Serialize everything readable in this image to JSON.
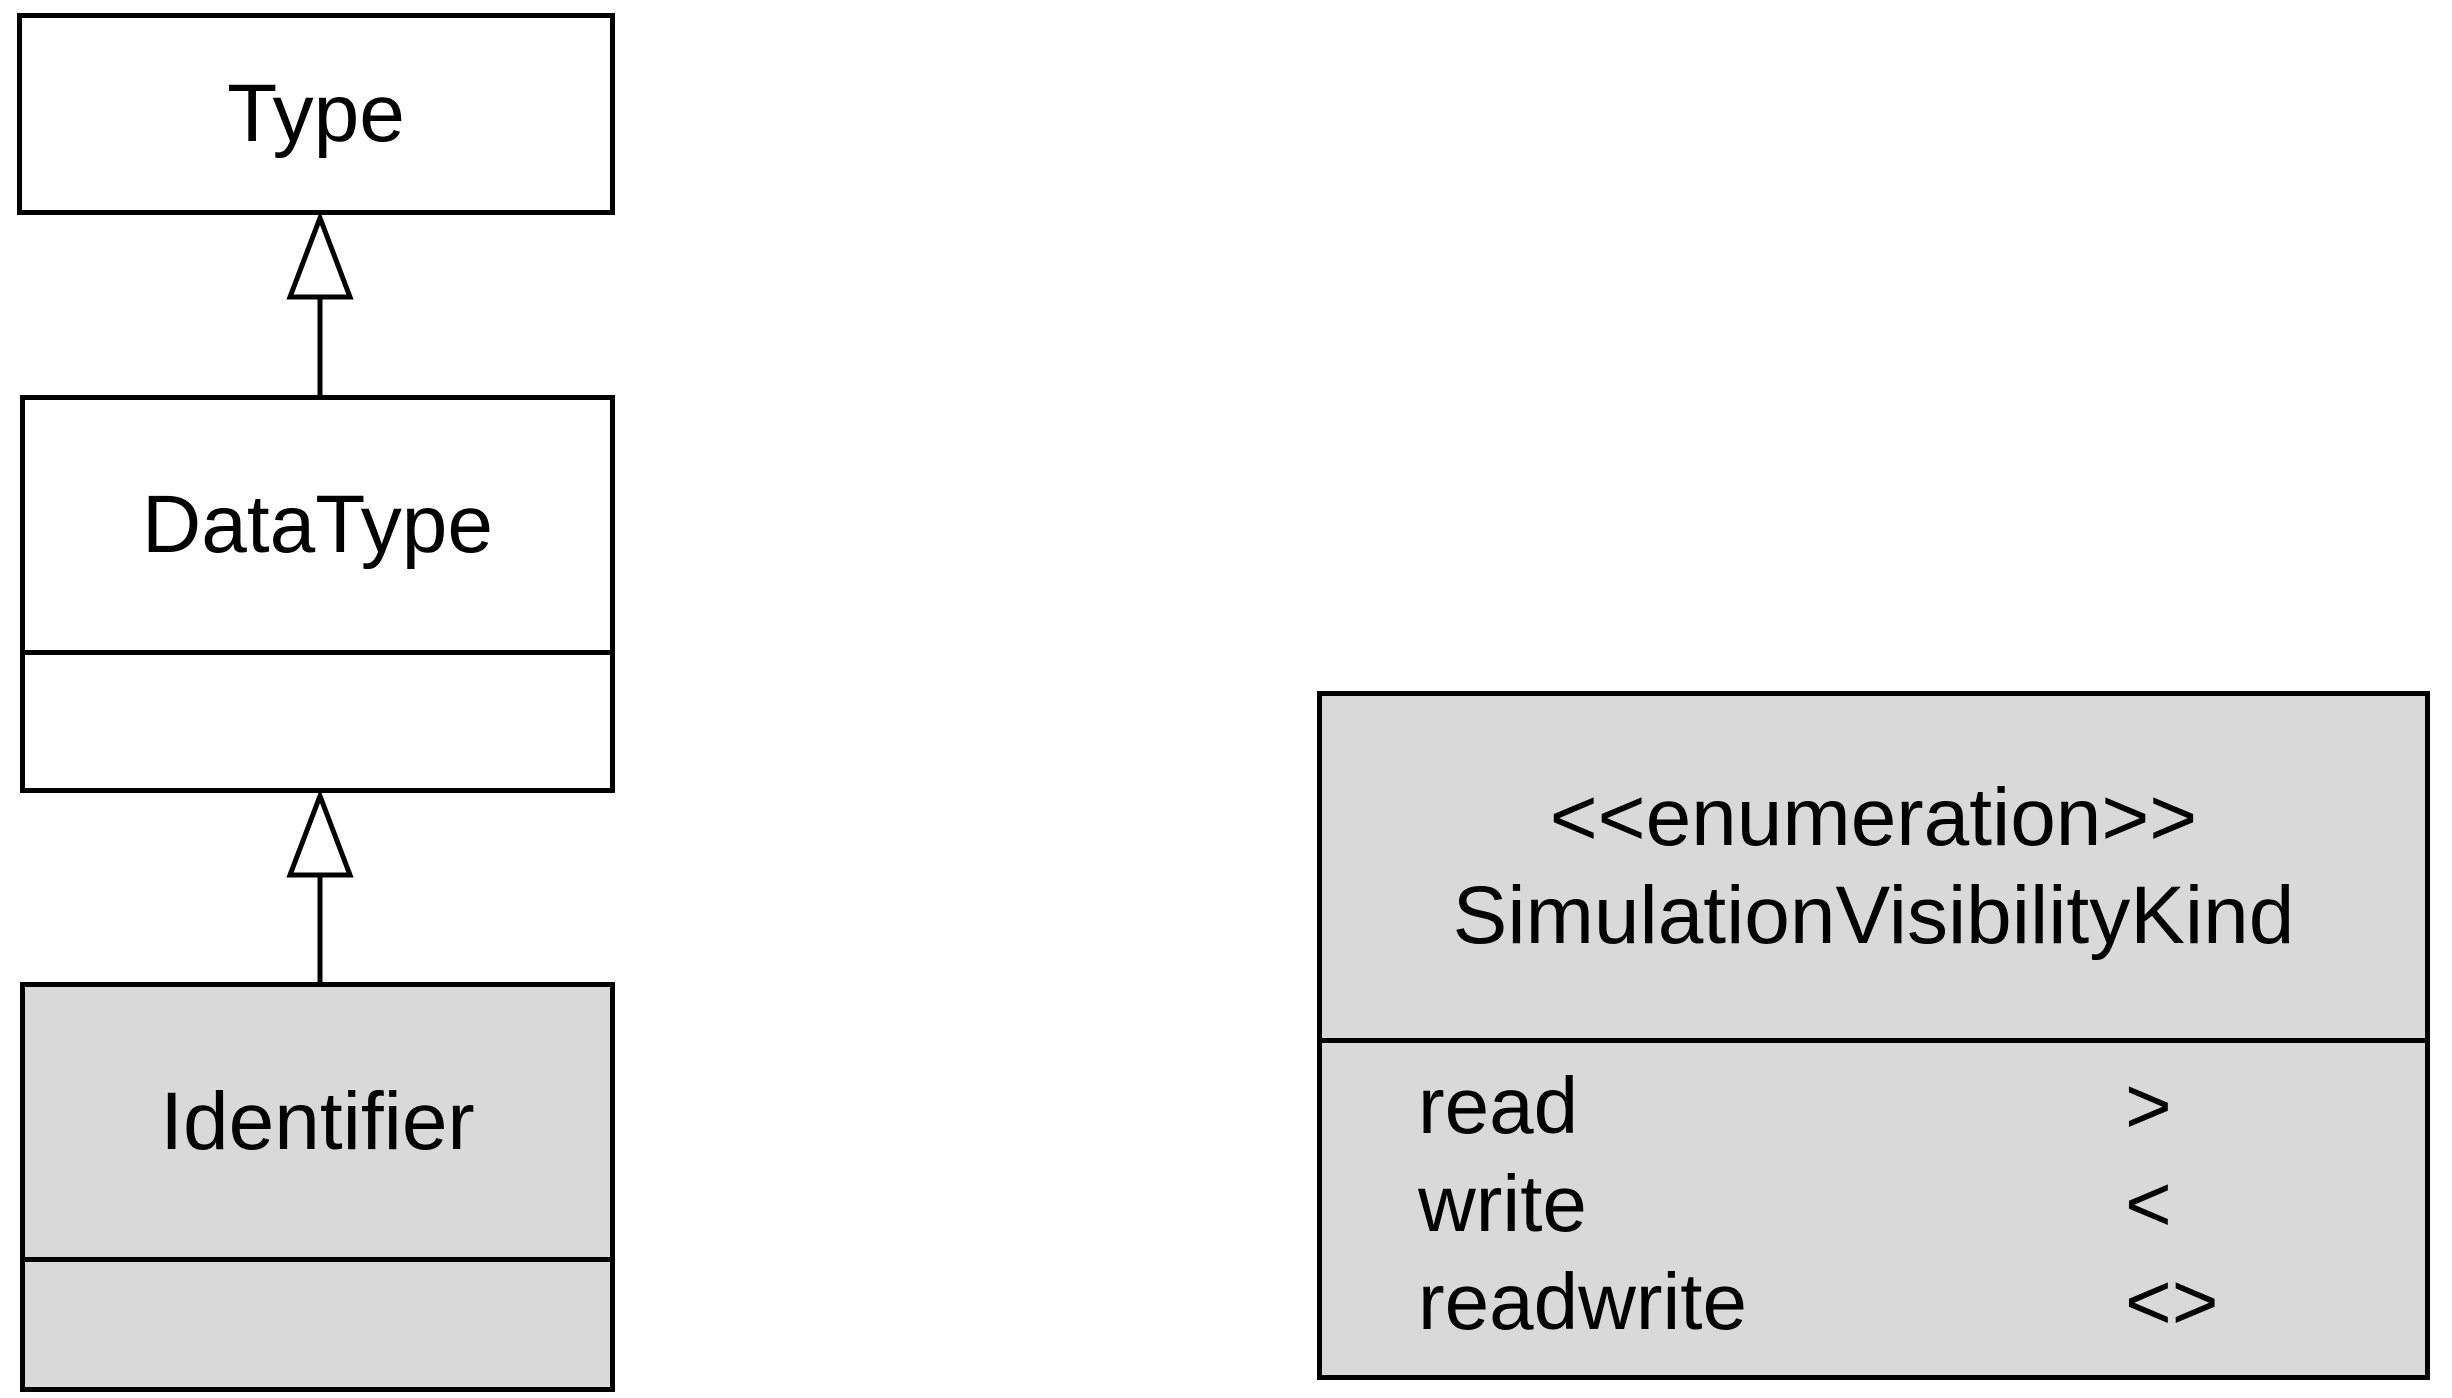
{
  "palette": {
    "background": "#ffffff",
    "stroke": "#000000",
    "text": "#000000",
    "class_fill_white": "#ffffff",
    "class_fill_gray": "#d9d9d9"
  },
  "classes": [
    {
      "name": "Type",
      "fill": "white",
      "compartments": 1
    },
    {
      "name": "DataType",
      "fill": "white",
      "compartments": 2
    },
    {
      "name": "Identifier",
      "fill": "gray",
      "compartments": 2
    }
  ],
  "relations": [
    {
      "type": "generalization",
      "from": "DataType",
      "to": "Type"
    },
    {
      "type": "generalization",
      "from": "Identifier",
      "to": "DataType"
    }
  ],
  "enumeration": {
    "stereotype": "<<enumeration>>",
    "name": "SimulationVisibilityKind",
    "fill": "gray",
    "literals": [
      {
        "name": "read",
        "symbol": ">"
      },
      {
        "name": "write",
        "symbol": "<"
      },
      {
        "name": "readwrite",
        "symbol": "<>"
      }
    ]
  }
}
